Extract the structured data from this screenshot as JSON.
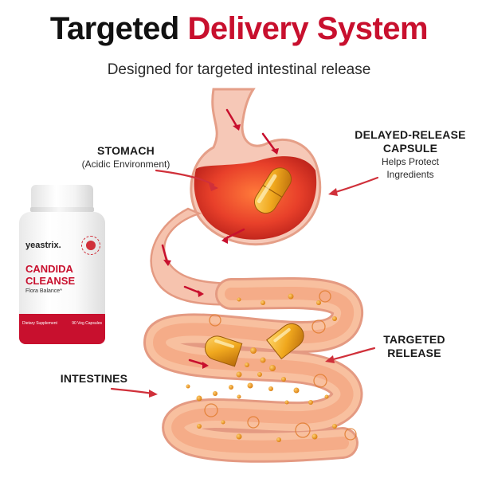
{
  "header": {
    "title_part1": "Targeted",
    "title_part2": "Delivery System",
    "subtitle": "Designed for targeted intestinal release"
  },
  "labels": {
    "stomach": {
      "head": "STOMACH",
      "sub": "(Acidic Environment)"
    },
    "capsule": {
      "head_line1": "DELAYED-RELEASE",
      "head_line2": "CAPSULE",
      "sub_line1": "Helps Protect",
      "sub_line2": "Ingredients"
    },
    "targeted": {
      "head_line1": "TARGETED",
      "head_line2": "RELEASE"
    },
    "intestines": {
      "head": "INTESTINES"
    }
  },
  "product": {
    "brand": "yeastrix.",
    "name_line1": "CANDIDA",
    "name_line2": "CLEANSE",
    "tagline": "Flora Balance*",
    "type": "Dietary Supplement",
    "count": "90 Veg Capsules"
  },
  "colors": {
    "brand_red": "#c8102e",
    "title_dark": "#111111",
    "capsule_gold": "#e8a21a",
    "tissue_pink": "#f6b9a4"
  }
}
